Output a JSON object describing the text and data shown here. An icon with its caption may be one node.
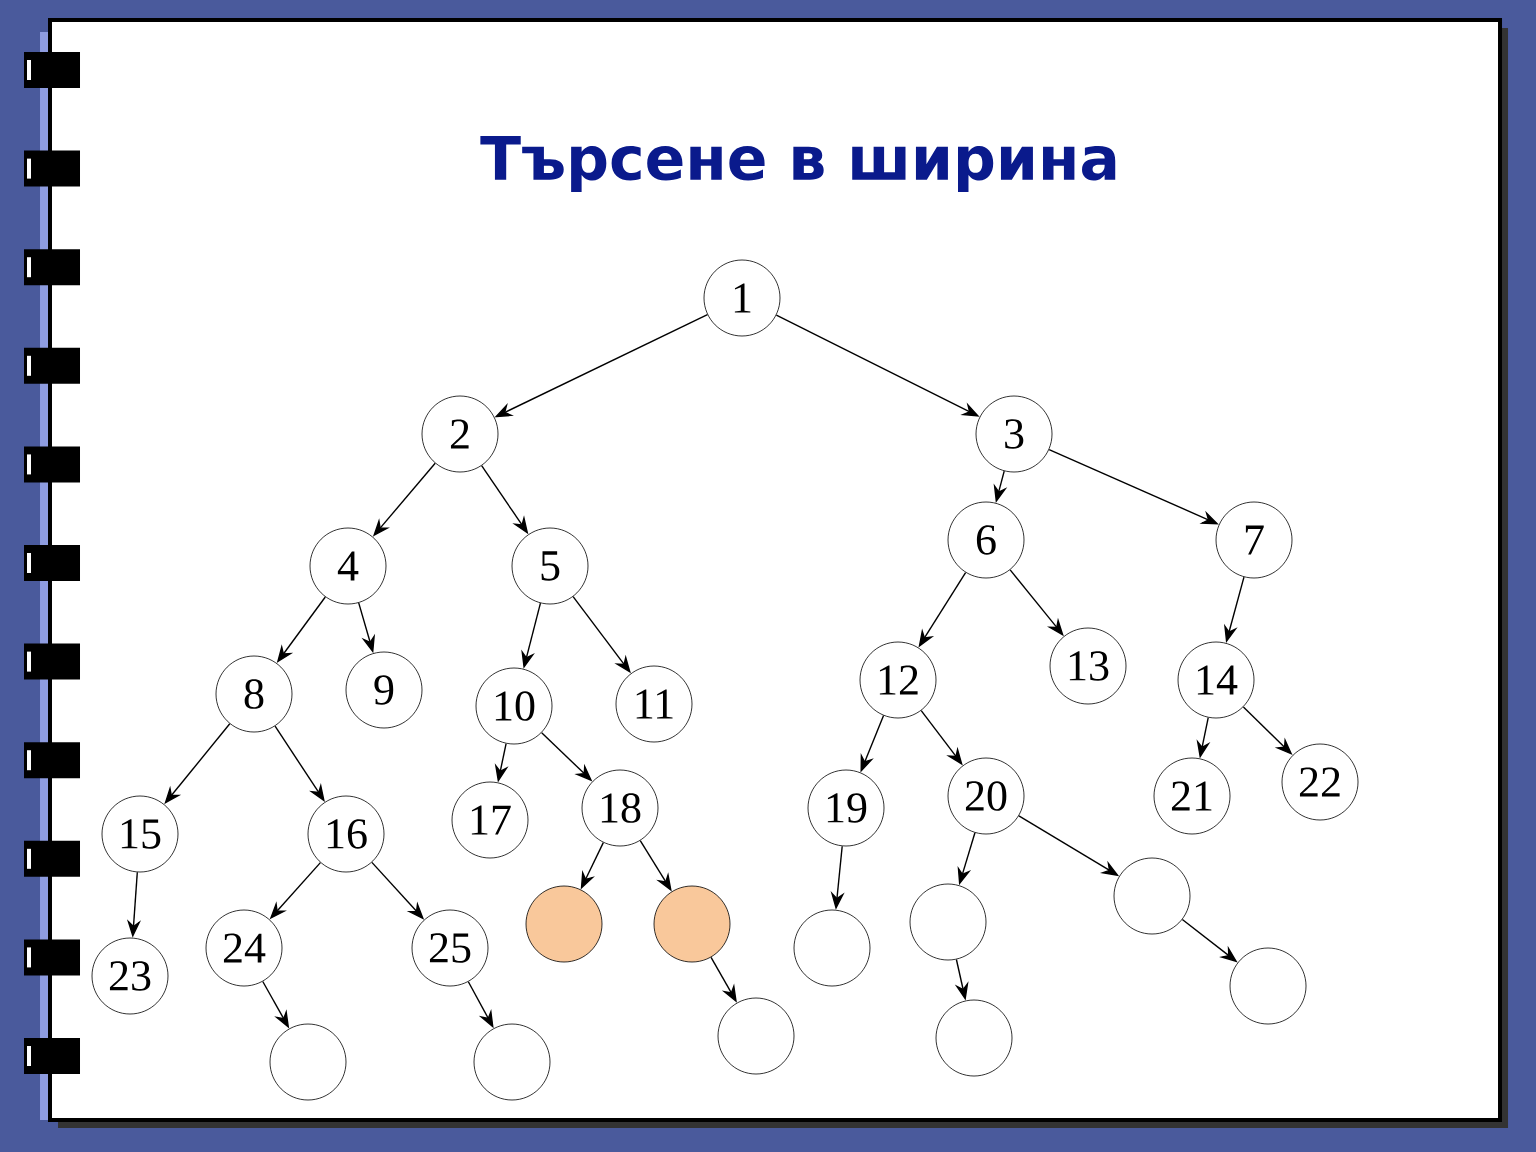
{
  "diagram": {
    "title": "Търсене в ширина",
    "nodes": [
      {
        "text": [
          "1"
        ]
      },
      {
        "text": [
          "2"
        ]
      },
      {
        "text": [
          "3"
        ]
      },
      {
        "text": [
          "4"
        ]
      },
      {
        "text": [
          "5"
        ]
      },
      {
        "text": [
          "6"
        ]
      },
      {
        "text": [
          "7"
        ]
      },
      {
        "text": [
          "8"
        ]
      },
      {
        "text": [
          "9"
        ]
      },
      {
        "text": [
          "10"
        ]
      },
      {
        "text": [
          "11"
        ]
      },
      {
        "text": [
          "12"
        ]
      },
      {
        "text": [
          "13"
        ]
      },
      {
        "text": [
          "14"
        ]
      },
      {
        "text": [
          "15"
        ]
      },
      {
        "text": [
          "16"
        ]
      },
      {
        "text": [
          "17"
        ]
      },
      {
        "text": [
          "18"
        ]
      },
      {
        "text": [
          "19"
        ]
      },
      {
        "text": [
          "20"
        ]
      },
      {
        "text": [
          "21"
        ]
      },
      {
        "text": [
          "22"
        ]
      },
      {
        "text": [
          "23"
        ]
      },
      {
        "text": [
          "24"
        ]
      },
      {
        "text": [
          "25"
        ]
      },
      {
        "text": [],
        "shape": "circle"
      },
      {
        "text": [],
        "shape": "circle"
      },
      {
        "text": [],
        "shape": "circle"
      },
      {
        "text": [],
        "shape": "circle"
      },
      {
        "text": [],
        "shape": "circle"
      },
      {
        "text": [],
        "shape": "circle"
      },
      {
        "text": [],
        "shape": "circle"
      },
      {
        "text": [],
        "shape": "circle"
      },
      {
        "text": [],
        "shape": "circle"
      },
      {
        "text": [],
        "shape": "circle"
      }
    ],
    "edges": [
      {
        "from": 0,
        "to": 1,
        "arrow": "to"
      },
      {
        "from": 0,
        "to": 2,
        "arrow": "to"
      },
      {
        "from": 1,
        "to": 3,
        "arrow": "to"
      },
      {
        "from": 1,
        "to": 4,
        "arrow": "to"
      },
      {
        "from": 2,
        "to": 5,
        "arrow": "to"
      },
      {
        "from": 2,
        "to": 6,
        "arrow": "to"
      },
      {
        "from": 3,
        "to": 7,
        "arrow": "to"
      },
      {
        "from": 3,
        "to": 8,
        "arrow": "to"
      },
      {
        "from": 4,
        "to": 9,
        "arrow": "to"
      },
      {
        "from": 4,
        "to": 10,
        "arrow": "to"
      },
      {
        "from": 5,
        "to": 11,
        "arrow": "to"
      },
      {
        "from": 5,
        "to": 12,
        "arrow": "to"
      },
      {
        "from": 6,
        "to": 13,
        "arrow": "to"
      },
      {
        "from": 7,
        "to": 14,
        "arrow": "to"
      },
      {
        "from": 7,
        "to": 15,
        "arrow": "to"
      },
      {
        "from": 9,
        "to": 16,
        "arrow": "to"
      },
      {
        "from": 9,
        "to": 17,
        "arrow": "to"
      },
      {
        "from": 11,
        "to": 18,
        "arrow": "to"
      },
      {
        "from": 11,
        "to": 19,
        "arrow": "to"
      },
      {
        "from": 13,
        "to": 20,
        "arrow": "to"
      },
      {
        "from": 13,
        "to": 21,
        "arrow": "to"
      },
      {
        "from": 14,
        "to": 22,
        "arrow": "to"
      },
      {
        "from": 15,
        "to": 23,
        "arrow": "to"
      },
      {
        "from": 15,
        "to": 24,
        "arrow": "to"
      },
      {
        "from": 17,
        "to": 25,
        "arrow": "to"
      },
      {
        "from": 17,
        "to": 26,
        "arrow": "to"
      },
      {
        "from": 18,
        "to": 27,
        "arrow": "to"
      },
      {
        "from": 19,
        "to": 28,
        "arrow": "to"
      },
      {
        "from": 19,
        "to": 29,
        "arrow": "to"
      },
      {
        "from": 23,
        "to": 30,
        "arrow": "to"
      },
      {
        "from": 24,
        "to": 31,
        "arrow": "to"
      },
      {
        "from": 26,
        "to": 32,
        "arrow": "to"
      },
      {
        "from": 28,
        "to": 33,
        "arrow": "to"
      },
      {
        "from": 29,
        "to": 34,
        "arrow": "to"
      }
    ]
  }
}
